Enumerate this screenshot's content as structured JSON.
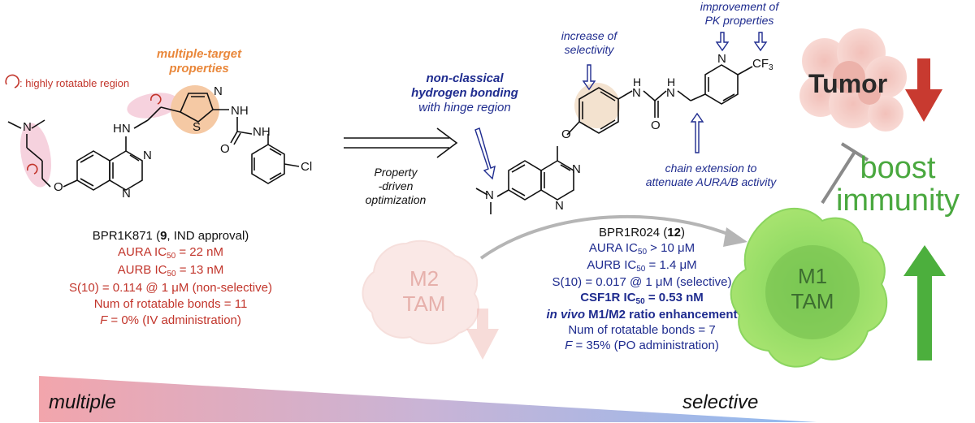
{
  "legend_note": ": highly rotatable region",
  "multi_target": {
    "line1": "multiple-target",
    "line2": "properties"
  },
  "compound1": {
    "name_pre": "BPR1K871 (",
    "name_num": "9",
    "name_post": ", IND approval)",
    "aura": {
      "pre": "AURA IC",
      "sub": "50",
      "post": " = 22 nM"
    },
    "aurb": {
      "pre": "AURB IC",
      "sub": "50",
      "post": " = 13 nM"
    },
    "selectivity": "S(10) = 0.114 @ 1 μM (non-selective)",
    "rot_bonds": "Num of rotatable bonds = 11",
    "f_letter": "F",
    "f_rest": " = 0% (IV administration)"
  },
  "arrow_label": {
    "line1": "Property",
    "line2": "-driven",
    "line3": "optimization"
  },
  "annotations": {
    "nonclassical": {
      "line1": "non-classical",
      "line2": "hydrogen bonding",
      "line3": "with hinge region"
    },
    "selectivity_inc": {
      "line1": "increase of",
      "line2": "selectivity"
    },
    "pk": {
      "line1": "improvement of",
      "line2": "PK properties"
    },
    "chain": {
      "line1": "chain extension to",
      "line2": "attenuate AURA/B activity"
    }
  },
  "compound2": {
    "name_pre": "BPR1R024 (",
    "name_num": "12",
    "name_post": ")",
    "aura": {
      "pre": "AURA IC",
      "sub": "50",
      "post": " > 10 μM"
    },
    "aurb": {
      "pre": "AURB IC",
      "sub": "50",
      "post": " = 1.4 μM"
    },
    "selectivity": "S(10) = 0.017 @ 1 μM (selective)",
    "csf1r": {
      "pre": "CSF1R IC",
      "sub": "50",
      "post": " = 0.53 nM"
    },
    "invivo_ital": "in vivo",
    "invivo_rest": " M1/M2 ratio enhancement",
    "rot_bonds": "Num of rotatable bonds = 7",
    "f_letter": "F",
    "f_rest": " = 35% (PO administration)"
  },
  "cells": {
    "m2": {
      "line1": "M2",
      "line2": "TAM"
    },
    "m1": {
      "line1": "M1",
      "line2": "TAM"
    },
    "tumor": "Tumor"
  },
  "boost": {
    "line1": "boost",
    "line2": "immunity"
  },
  "gradient": {
    "left": "multiple",
    "right": "selective"
  },
  "atoms": {
    "N": "N",
    "NH": "NH",
    "HN": "HN",
    "O": "O",
    "S": "S",
    "Cl": "Cl",
    "H": "H",
    "CF3": "CF",
    "three": "3"
  },
  "colors": {
    "red": "#c2352b",
    "navy": "#1f2c8f",
    "orange": "#e9873a",
    "green_text": "#4aa83f",
    "green_arrow": "#4caf3d",
    "red_arrow": "#c83a30",
    "gradient_pink": "#f2a7ae",
    "gradient_blue": "#8cb8ec"
  },
  "icons": [
    "rotation-arrow-icon",
    "down-open-arrow-icon",
    "inhibition-tbar-icon",
    "up-arrow-icon",
    "down-arrow-icon"
  ]
}
